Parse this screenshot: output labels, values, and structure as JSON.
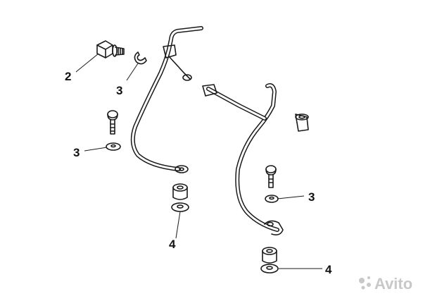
{
  "diagram": {
    "callouts": {
      "bolt_left": "2",
      "clip_left": "3",
      "washer_left": "3",
      "washer_right": "3",
      "grommet_left": "4",
      "grommet_right": "4"
    },
    "watermark": "Avito"
  }
}
